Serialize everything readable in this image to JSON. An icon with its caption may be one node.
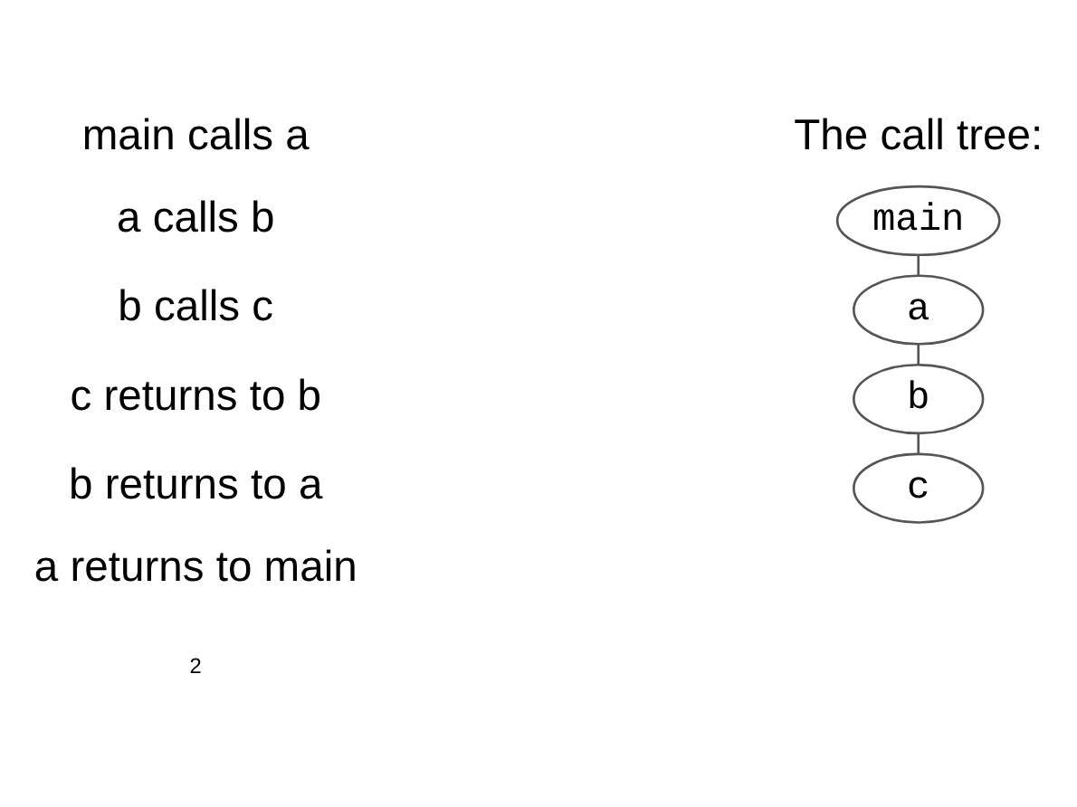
{
  "diagram": {
    "nodes": [
      {
        "text": [
          "main"
        ]
      },
      {
        "text": [
          "a"
        ]
      },
      {
        "text": [
          "b"
        ]
      },
      {
        "text": [
          "c"
        ]
      }
    ],
    "edges": [
      {
        "from": 0,
        "to": 1,
        "arrow": "none"
      },
      {
        "from": 1,
        "to": 2,
        "arrow": "none"
      },
      {
        "from": 2,
        "to": 3,
        "arrow": "none"
      }
    ],
    "labels": [
      "The call tree:",
      "main calls a",
      "a calls b",
      "b calls c",
      "c returns to b",
      "b returns to a",
      "a returns to main",
      "2"
    ]
  }
}
